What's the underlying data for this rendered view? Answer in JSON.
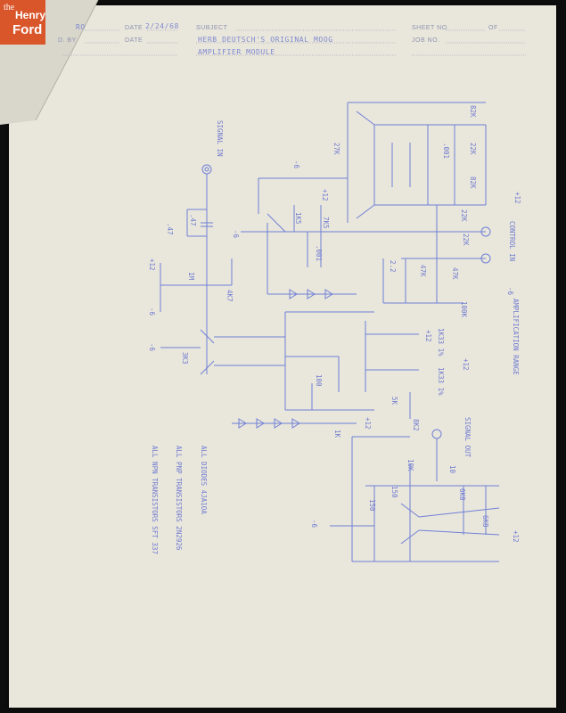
{
  "logo": {
    "the": "the",
    "henry": "Henry",
    "ford": "Ford"
  },
  "header": {
    "drawn_by_value": "RO",
    "date_label": "DATE",
    "date_value": "2/24/68",
    "checked_label": "D. BY",
    "date2_label": "DATE",
    "subject_label": "SUBJECT",
    "subject_line1": "HERB DEUTSCH'S ORIGINAL MOOG",
    "subject_line2": "AMPLIFIER MODULE",
    "sheet_label": "SHEET NO.",
    "of_label": "OF",
    "job_label": "JOB NO."
  },
  "labels": {
    "signal_in": "SIGNAL IN",
    "c1": ".47",
    "c2": ".47",
    "v_p12a": "+12",
    "v_m6a": "-6",
    "r1m": "1M",
    "r4k7": "4K7",
    "r3k3": "3K3",
    "v_m6b": "-6",
    "r27k": "27K",
    "v_m6c": "-6",
    "v_p12b": "+12",
    "r1k5": "1K5",
    "r7k5": "7K5",
    "c001a": ".001",
    "v_m6d": "-6",
    "r82k_a": "82K",
    "r22k_a": "22K",
    "r82k_b": "82K",
    "c001b": ".001",
    "v_p12c": "+12",
    "r22k_b": "22K",
    "r22k_c": "22K",
    "control_in": "CONTROL IN",
    "c22": "2.2",
    "r47k_a": "47K",
    "r47k_b": "47K",
    "v_m6e": "-6",
    "r100k": "100K",
    "amp_range": "AMPLIFICATION RANGE",
    "r1k33a": "1K33 1%",
    "r1k33b": "1K33 1%",
    "v_p12d": "+12",
    "v_p12e": "+12",
    "r5k": "5K",
    "r8k2": "8K2",
    "r100": "100",
    "r1k": "1K",
    "v_p12f": "+12",
    "signal_out": "SIGNAL OUT",
    "c10": "10",
    "r10k": "10K",
    "r150a": "150",
    "r150b": "150",
    "r6k8a": "6K8",
    "r6k8b": "6K8",
    "v_p12g": "+12",
    "v_m6f": "-6"
  },
  "notes": {
    "diodes": "ALL DIODES 4JA1OA",
    "pnp": "ALL PNP TRANSISTORS 2N2926",
    "npn": "ALL NPN TRANSISTORS SFT 337"
  }
}
